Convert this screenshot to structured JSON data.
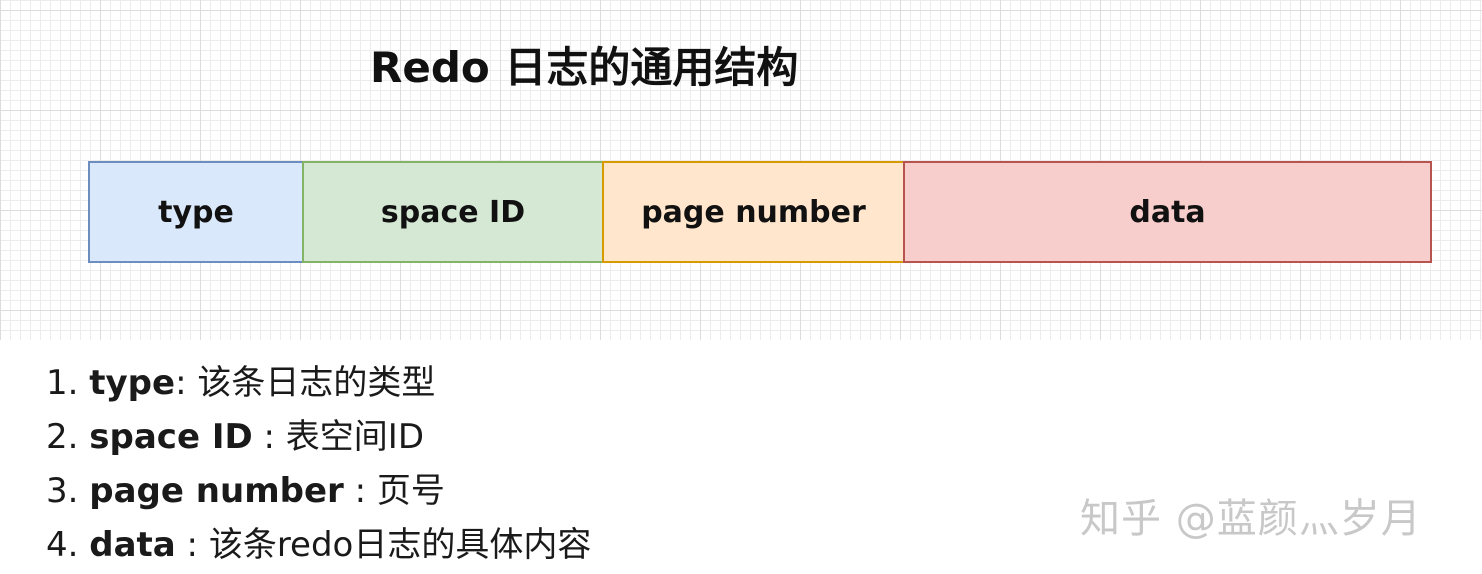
{
  "title": "Redo 日志的通用结构",
  "fields": {
    "type": "type",
    "space_id": "space ID",
    "page_number": "page number",
    "data": "data"
  },
  "list": [
    {
      "num": "1.",
      "term": "type",
      "sep": ":",
      "desc": "该条日志的类型"
    },
    {
      "num": "2.",
      "term": "space ID",
      "sep": " :",
      "desc": "表空间ID"
    },
    {
      "num": "3.",
      "term": "page number",
      "sep": " :",
      "desc": "页号"
    },
    {
      "num": "4.",
      "term": "data",
      "sep": " :",
      "desc": "该条redo日志的具体内容"
    }
  ],
  "watermark": "知乎 @蓝颜灬岁月",
  "colors": {
    "type": "#dae8fc",
    "space_id": "#d5e8d4",
    "page_number": "#ffe6cc",
    "data": "#f8cecc"
  }
}
